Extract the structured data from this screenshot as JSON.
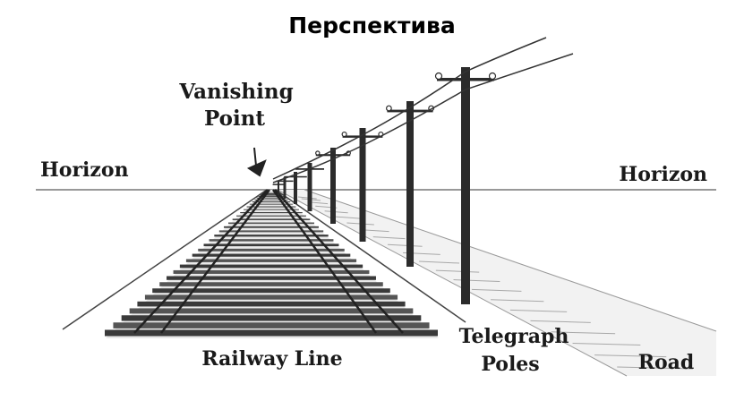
{
  "title": "Перспектива",
  "labels": {
    "vanishing_point_line1": "Vanishing",
    "vanishing_point_line2": "Point",
    "horizon_left": "Horizon",
    "horizon_right": "Horizon",
    "railway_line": "Railway Line",
    "telegraph_line1": "Telegraph",
    "telegraph_line2": "Poles",
    "road": "Road"
  },
  "colors": {
    "ink": "#1a1a1a",
    "grey": "#555555",
    "light": "#bbbbbb"
  }
}
